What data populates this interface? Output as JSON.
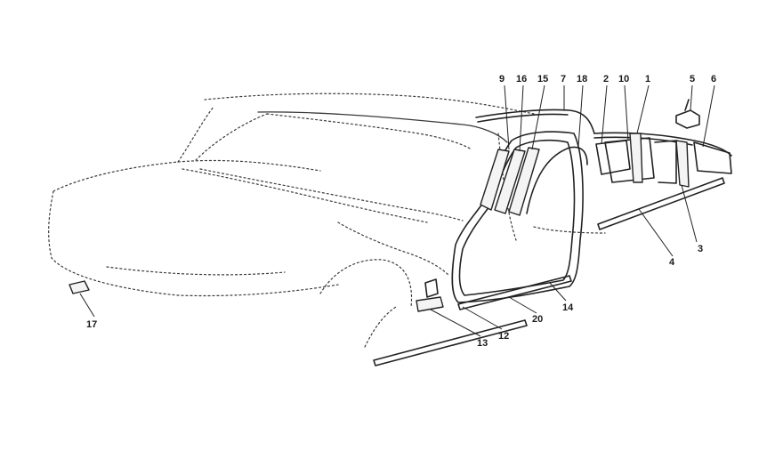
{
  "diagram": {
    "callouts": [
      {
        "label": "9"
      },
      {
        "label": "16"
      },
      {
        "label": "15"
      },
      {
        "label": "7"
      },
      {
        "label": "18"
      },
      {
        "label": "2"
      },
      {
        "label": "10"
      },
      {
        "label": "1"
      },
      {
        "label": "5"
      },
      {
        "label": "6"
      },
      {
        "label": "3"
      },
      {
        "label": "4"
      },
      {
        "label": "14"
      },
      {
        "label": "20"
      },
      {
        "label": "12"
      },
      {
        "label": "13"
      },
      {
        "label": "17"
      }
    ]
  }
}
